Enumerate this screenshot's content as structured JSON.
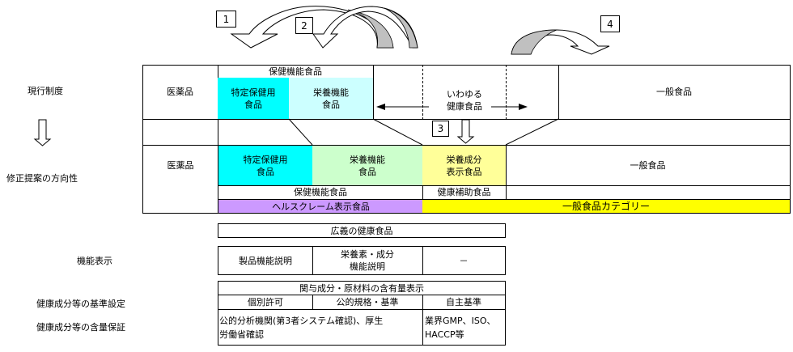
{
  "row_labels": {
    "current": "現行制度",
    "proposal": "修正提案の方向性",
    "function_display": "機能表示",
    "standard_setting": "健康成分等の基準設定",
    "content_guarantee": "健康成分等の含量保証"
  },
  "markers": [
    "1",
    "2",
    "3",
    "4"
  ],
  "current_system": {
    "pharma": "医薬品",
    "health_function_header": "保健機能食品",
    "foshu": "特定保健用\n食品",
    "fnfc": "栄養機能\n食品",
    "so_called": "いわゆる\n健康食品",
    "general": "一般食品"
  },
  "proposal": {
    "pharma": "医薬品",
    "foshu": "特定保健用\n食品",
    "fnfc": "栄養機能\n食品",
    "nutrient_display": "栄養成分\n表示食品",
    "general": "一般食品",
    "health_function_group": "保健機能食品",
    "health_aid_group": "健康補助食品",
    "health_claim_category": "ヘルスクレーム表示食品",
    "general_category": "一般食品カテゴリー"
  },
  "lower_table": {
    "broad_health_food": "広義の健康食品",
    "function_claims": [
      "製品機能説明",
      "栄養素・成分\n機能説明",
      "－"
    ],
    "content_display": "関与成分・原材料の含有量表示",
    "standards": [
      "個別許可",
      "公的規格・基準",
      "自主基準"
    ],
    "guarantee_public": "公的分析機関(第3者システム確認)、厚生\n労働省確認",
    "guarantee_private": "業界GMP、ISO、\nHACCP等"
  },
  "colors": {
    "foshu": "#00ffff",
    "fnfc_current": "#ccffff",
    "fnfc_proposal": "#ccffcc",
    "nutrient_display": "#ffff99",
    "health_claim": "#cc99ff",
    "general_category": "#ffff00",
    "arrow_shadow": "#c0c0c0"
  }
}
